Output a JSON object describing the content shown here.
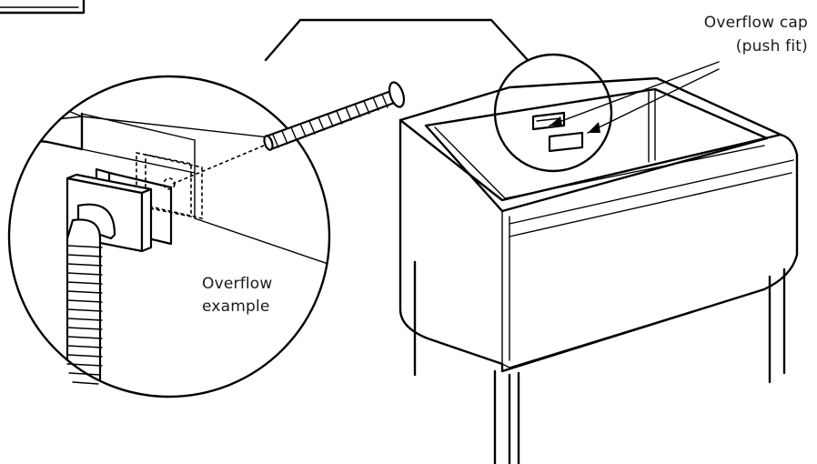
{
  "labels": {
    "overflow_cap_line1": "Overflow cap",
    "overflow_cap_line2": "(push fit)",
    "overflow_example_line1": "Overflow",
    "overflow_example_line2": "example"
  },
  "colors": {
    "line": "#000000",
    "background": "#ffffff",
    "text": "#1a1a1a"
  }
}
